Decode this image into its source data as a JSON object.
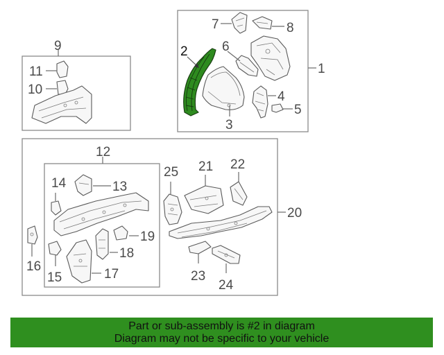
{
  "diagram": {
    "highlighted_part": "2",
    "callouts": {
      "c1": "1",
      "c2": "2",
      "c3": "3",
      "c4": "4",
      "c5": "5",
      "c6": "6",
      "c7": "7",
      "c8": "8",
      "c9": "9",
      "c10": "10",
      "c11": "11",
      "c12": "12",
      "c13": "13",
      "c14": "14",
      "c15": "15",
      "c16": "16",
      "c17": "17",
      "c18": "18",
      "c19": "19",
      "c20": "20",
      "c21": "21",
      "c22": "22",
      "c23": "23",
      "c24": "24",
      "c25": "25"
    }
  },
  "banner": {
    "line1": "Part or sub-assembly is #2 in diagram",
    "line2": "Diagram may not be specific to your vehicle",
    "color": "#2f8f1f"
  },
  "colors": {
    "highlight": "#2e8b1f"
  }
}
